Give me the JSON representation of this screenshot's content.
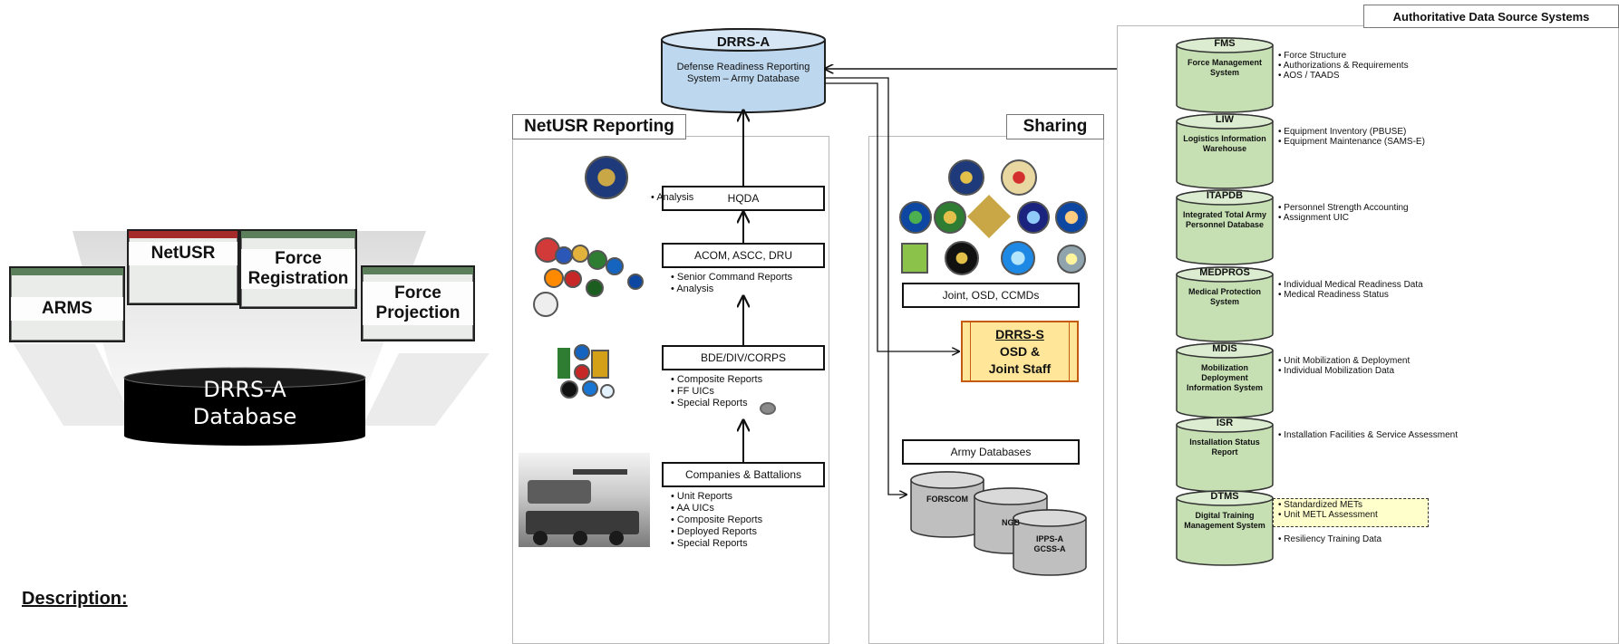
{
  "left": {
    "apps": [
      "ARMS",
      "NetUSR",
      "Force Registration",
      "Force Projection"
    ],
    "db_label": "DRRS-A Database",
    "description_label": "Description:"
  },
  "center": {
    "db": {
      "title": "DRRS-A",
      "subtitle": "Defense Readiness Reporting System – Army Database"
    },
    "netusr_tab": "NetUSR Reporting",
    "sharing_tab": "Sharing",
    "hqda": {
      "label": "HQDA",
      "bullets": [
        "Analysis"
      ]
    },
    "acom": {
      "label": "ACOM, ASCC, DRU",
      "bullets": [
        "Senior Command Reports",
        "Analysis"
      ]
    },
    "bde": {
      "label": "BDE/DIV/CORPS",
      "bullets": [
        "Composite Reports",
        "FF UICs",
        "Special Reports"
      ]
    },
    "companies": {
      "label": "Companies & Battalions",
      "bullets": [
        "Unit Reports",
        "AA UICs",
        "Composite Reports",
        "Deployed Reports",
        "Special Reports"
      ]
    },
    "joint_box": "Joint, OSD, CCMDs",
    "drrs_s": {
      "line1": "DRRS-S",
      "line2": "OSD &",
      "line3": "Joint Staff"
    },
    "army_db_box": "Army Databases",
    "army_dbs": [
      "FORSCOM",
      "NGB",
      "IPPS-A GCSS-A"
    ]
  },
  "right": {
    "title": "Authoritative Data Source Systems",
    "systems": [
      {
        "abbr": "FMS",
        "name": "Force Management System",
        "items": [
          "Force Structure",
          "Authorizations & Requirements",
          "AOS / TAADS"
        ]
      },
      {
        "abbr": "LIW",
        "name": "Logistics Information Warehouse",
        "items": [
          "Equipment Inventory (PBUSE)",
          "Equipment Maintenance (SAMS-E)"
        ]
      },
      {
        "abbr": "ITAPDB",
        "name": "Integrated Total Army Personnel Database",
        "items": [
          "Personnel Strength Accounting",
          "Assignment UIC"
        ]
      },
      {
        "abbr": "MEDPROS",
        "name": "Medical Protection System",
        "items": [
          "Individual Medical Readiness Data",
          "Medical Readiness Status"
        ]
      },
      {
        "abbr": "MDIS",
        "name": "Mobilization Deployment Information System",
        "items": [
          "Unit Mobilization & Deployment",
          "Individual Mobilization Data"
        ]
      },
      {
        "abbr": "ISR",
        "name": "Installation Status Report",
        "items": [
          "Installation Facilities & Service Assessment"
        ]
      },
      {
        "abbr": "DTMS",
        "name": "Digital Training Management System",
        "items": [
          "Standardized METs",
          "Unit METL Assessment"
        ],
        "extra": [
          "Resiliency Training Data"
        ]
      }
    ]
  },
  "colors": {
    "db_blue": "#bdd7ee",
    "db_green": "#c6e0b4",
    "db_gray": "#bfbfbf",
    "drrs_s_fill": "#ffe699",
    "drrs_s_border": "#c55a11",
    "highlight": "#ffffcc"
  }
}
